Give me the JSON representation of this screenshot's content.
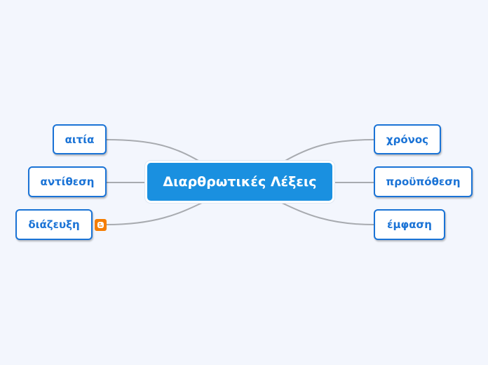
{
  "mindmap": {
    "central": {
      "label": "Διαρθρωτικές Λέξεις"
    },
    "left_nodes": [
      {
        "label": "αιτία"
      },
      {
        "label": "αντίθεση"
      },
      {
        "label": "διάζευξη",
        "icon": "blogger-icon"
      }
    ],
    "right_nodes": [
      {
        "label": "χρόνος"
      },
      {
        "label": "προϋπόθεση"
      },
      {
        "label": "έμφαση"
      }
    ]
  },
  "colors": {
    "background": "#f3f6fd",
    "central_fill": "#1a90e0",
    "node_border": "#1a73d6",
    "node_text": "#1a73d6",
    "connector": "#a8abb0",
    "blogger_icon": "#f57d00"
  }
}
